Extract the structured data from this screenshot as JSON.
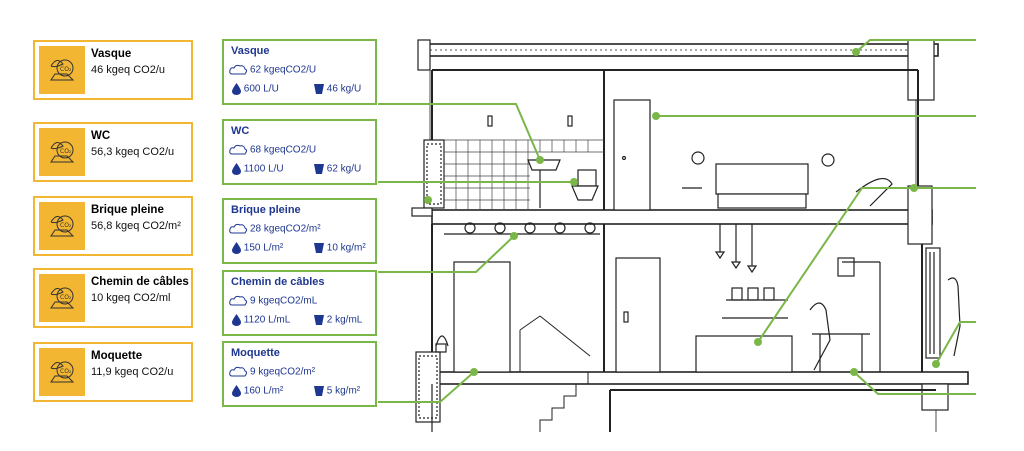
{
  "materials": [
    {
      "name": "Vasque",
      "summary": "46 kgeq CO2/u",
      "co2": "62 kgeqCO2/U",
      "water": "600 L/U",
      "mass": "46 kg/U"
    },
    {
      "name": "WC",
      "summary": "56,3 kgeq CO2/u",
      "co2": "68 kgeqCO2/U",
      "water": "1100 L/U",
      "mass": "62 kg/U"
    },
    {
      "name": "Brique pleine",
      "summary": "56,8 kgeq CO2/m²",
      "co2": "28 kgeqCO2/m²",
      "water": "150 L/m²",
      "mass": "10 kg/m²"
    },
    {
      "name": "Chemin de câbles",
      "summary": "10 kgeq CO2/ml",
      "co2": "9 kgeqCO2/mL",
      "water": "1120 L/mL",
      "mass": "2 kg/mL"
    },
    {
      "name": "Moquette",
      "summary": "11,9 kgeq CO2/u",
      "co2": "9 kgeqCO2/m²",
      "water": "160 L/m²",
      "mass": "5 kg/m²"
    }
  ],
  "icons": {
    "summary": "co2-leaf-icon",
    "co2": "co2-cloud-icon",
    "water": "water-drop-icon",
    "mass": "weight-icon"
  },
  "colors": {
    "yellow": "#f2b632",
    "green": "#7ab648",
    "navy": "#1e3791",
    "line": "#222222"
  }
}
